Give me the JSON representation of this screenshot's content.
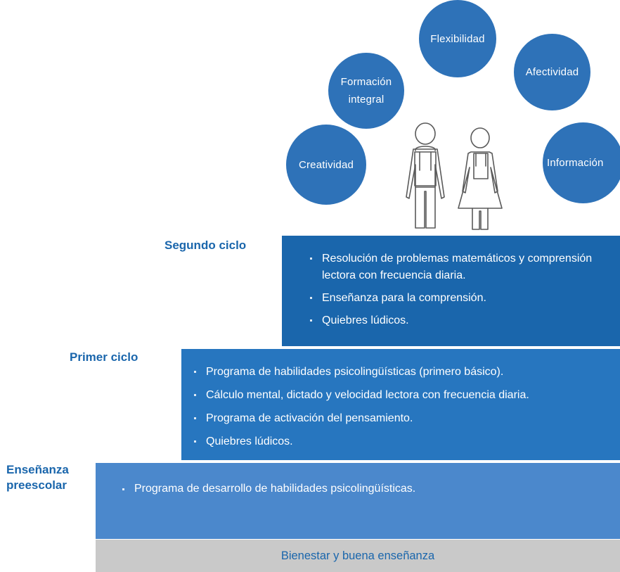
{
  "circles": {
    "flexibilidad": "Flexibilidad",
    "formacion_line1": "Formación",
    "formacion_line2": "integral",
    "afectividad": "Afectividad",
    "creatividad": "Creatividad",
    "informacion": "Información"
  },
  "stages": {
    "segundo": {
      "label": "Segundo ciclo",
      "items": [
        "Resolución de problemas matemáticos y comprensión lectora con frecuencia diaria.",
        "Enseñanza para la comprensión.",
        "Quiebres lúdicos."
      ]
    },
    "primer": {
      "label": "Primer ciclo",
      "items": [
        "Programa de habilidades psicolingüísticas (primero básico).",
        "Cálculo mental, dictado y velocidad lectora con frecuencia diaria.",
        "Programa de activación del pensamiento.",
        "Quiebres lúdicos."
      ]
    },
    "preescolar": {
      "label_line1": "Enseñanza",
      "label_line2": "preescolar",
      "items": [
        "Programa de desarrollo de habilidades psicolingüísticas."
      ]
    }
  },
  "base": {
    "label": "Bienestar y buena enseñanza"
  },
  "colors": {
    "circle": "#2e72b8",
    "segundo": "#1a66ac",
    "primer": "#2776bf",
    "preescolar": "#4b88cc",
    "base": "#c9c9c9",
    "label_text": "#1a66ac"
  },
  "icons": [
    "boy-student-icon",
    "girl-student-icon"
  ]
}
